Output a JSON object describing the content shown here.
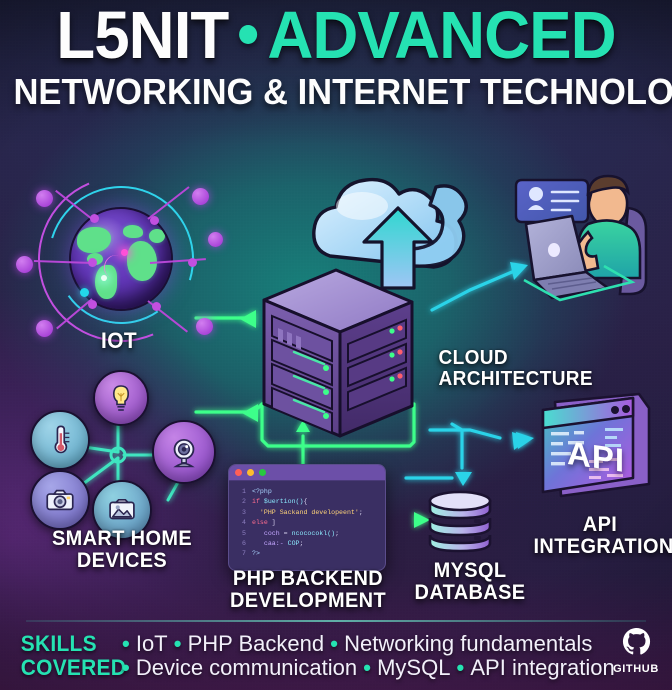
{
  "header": {
    "title_main_white": "L5NIT",
    "title_main_accent": "ADVANCED",
    "separator_icon": "bullet-dot-icon",
    "subtitle": "NETWORKING & INTERNET TECHNOLOGY"
  },
  "colors": {
    "accent_mint": "#25e2b2",
    "arrow_green": "#3dff8a",
    "arrow_cyan": "#2bd3e8",
    "node_magenta": "#c24fe0",
    "bg_purple": "#3c2060",
    "bg_teal": "#16847c"
  },
  "nodes": {
    "iot": {
      "label": "IOT",
      "icon": "globe-network-icon"
    },
    "cloud": {
      "label": "CLOUD\nARCHITECTURE",
      "icon": "cloud-upload-icon"
    },
    "smart_home": {
      "label": "SMART HOME\nDEVICES",
      "icon": "device-mesh-icon"
    },
    "php": {
      "label": "PHP BACKEND\nDEVELOPMENT",
      "icon": "code-window-icon"
    },
    "mysql": {
      "label": "MYSQL\nDATABASE",
      "icon": "database-cylinder-icon"
    },
    "api": {
      "label": "API\nINTEGRATION",
      "icon": "api-window-icon",
      "window_text": "API"
    },
    "user": {
      "icon": "person-at-laptop-icon"
    },
    "server": {
      "icon": "server-rack-icon"
    }
  },
  "smart_home_devices": [
    {
      "name": "thermostat",
      "icon": "thermometer-icon"
    },
    {
      "name": "smart-bulb",
      "icon": "lightbulb-icon"
    },
    {
      "name": "camera",
      "icon": "camera-icon"
    },
    {
      "name": "photo-sensor",
      "icon": "photo-icon"
    },
    {
      "name": "webcam",
      "icon": "webcam-icon"
    }
  ],
  "code_window": {
    "titlebar_dots": [
      "#ff5f57",
      "#febc2e",
      "#28c840"
    ],
    "lines": [
      {
        "no": "1",
        "tokens": [
          {
            "t": "tag",
            "s": "<?php"
          }
        ]
      },
      {
        "no": "2",
        "tokens": [
          {
            "t": "kw",
            "s": "if"
          },
          {
            "t": "plain",
            "s": " "
          },
          {
            "t": "fn",
            "s": "$uertion()"
          },
          {
            "t": "plain",
            "s": "{"
          }
        ]
      },
      {
        "no": "3",
        "tokens": [
          {
            "t": "plain",
            "s": "  "
          },
          {
            "t": "str",
            "s": "'PHP Sackand developeent'"
          },
          {
            "t": "plain",
            "s": ";"
          }
        ]
      },
      {
        "no": "4",
        "tokens": [
          {
            "t": "kw",
            "s": "else"
          },
          {
            "t": "plain",
            "s": " ]"
          }
        ]
      },
      {
        "no": "5",
        "tokens": [
          {
            "t": "plain",
            "s": "   "
          },
          {
            "t": "var",
            "s": "coch"
          },
          {
            "t": "plain",
            "s": " = "
          },
          {
            "t": "fn",
            "s": "ncococokl()"
          },
          {
            "t": "plain",
            "s": ";"
          }
        ]
      },
      {
        "no": "6",
        "tokens": [
          {
            "t": "plain",
            "s": "   "
          },
          {
            "t": "var",
            "s": "caa:-"
          },
          {
            "t": "plain",
            "s": " "
          },
          {
            "t": "fn",
            "s": "COP"
          },
          {
            "t": "plain",
            "s": ";"
          }
        ]
      },
      {
        "no": "7",
        "tokens": [
          {
            "t": "tag",
            "s": "?>"
          }
        ]
      }
    ]
  },
  "footer": {
    "label_line1": "SKILLS",
    "label_line2": "COVERED",
    "row1": [
      "IoT",
      "PHP Backend",
      "Networking fundamentals"
    ],
    "row2": [
      "Device communication",
      "MySQL",
      "API integration"
    ],
    "github": {
      "icon": "github-icon",
      "name": "GITHUB"
    }
  }
}
